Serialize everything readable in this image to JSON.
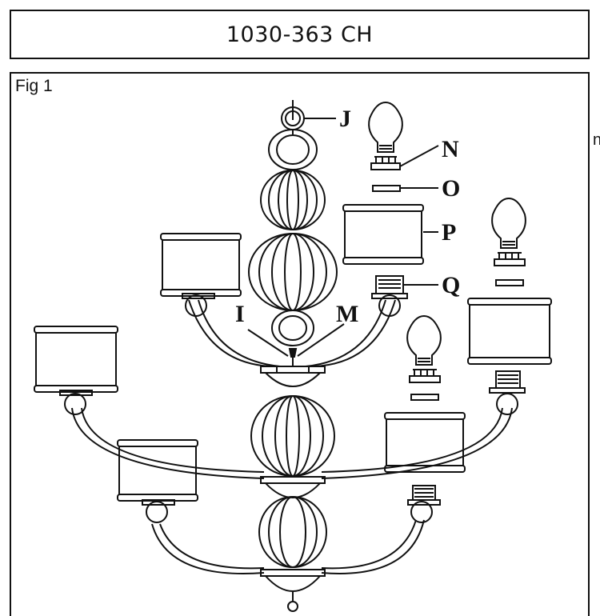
{
  "header": {
    "model": "1030-363 CH"
  },
  "stray_text": "n",
  "figure": {
    "label": "Fig 1",
    "parts": {
      "J": "J",
      "N": "N",
      "O": "O",
      "P": "P",
      "Q": "Q",
      "I": "I",
      "M": "M"
    }
  }
}
